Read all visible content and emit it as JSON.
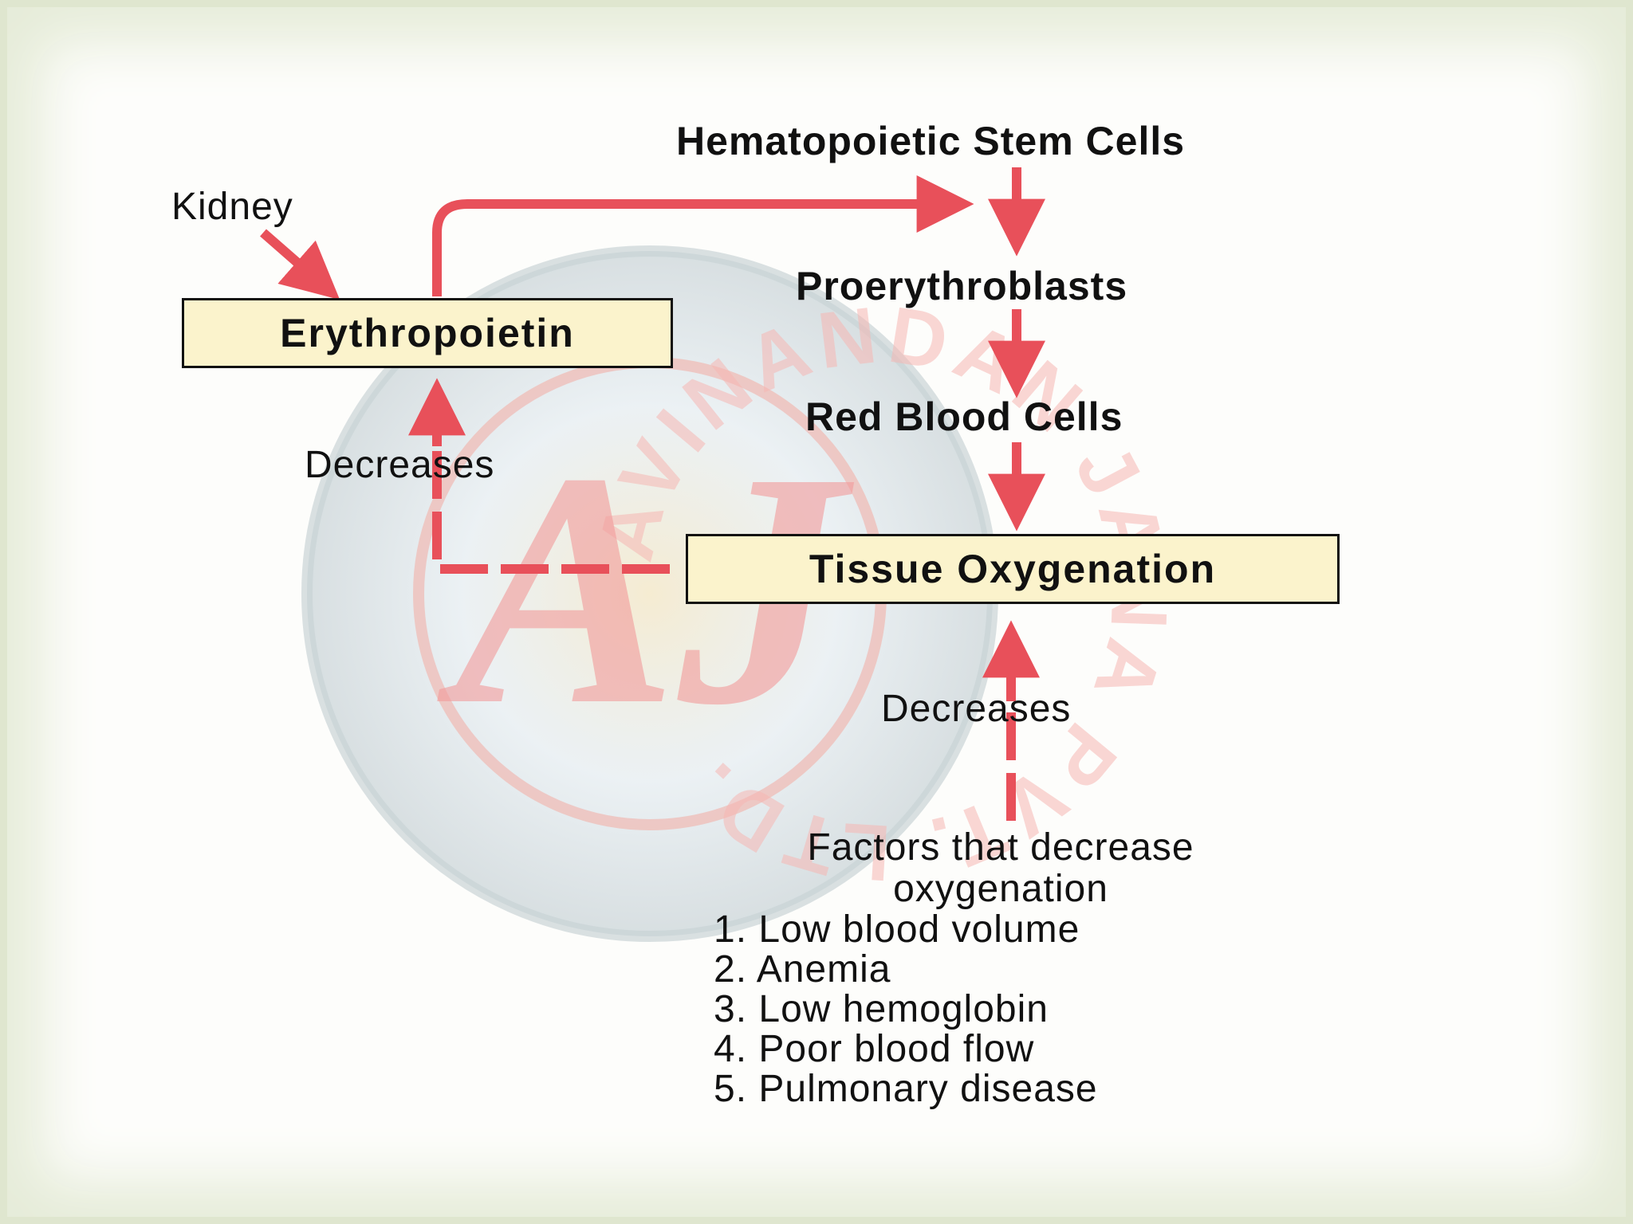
{
  "nodes": {
    "stem_cells": "Hematopoietic Stem Cells",
    "kidney": "Kidney",
    "proerythroblasts": "Proerythroblasts",
    "erythropoietin": "Erythropoietin",
    "red_blood_cells": "Red Blood Cells",
    "decreases_left": "Decreases",
    "tissue_oxygenation": "Tissue Oxygenation",
    "decreases_bottom": "Decreases"
  },
  "factors": {
    "heading_line1": "Factors that decrease",
    "heading_line2": "oxygenation",
    "items": [
      "1. Low blood volume",
      "2. Anemia",
      "3. Low hemoglobin",
      "4. Poor blood flow",
      "5. Pulmonary disease"
    ]
  },
  "watermark": {
    "monogram": "AJ",
    "ring_text": "AVINANDAN JANA PVT. LTD."
  },
  "colors": {
    "arrow": "#e8505a",
    "box_fill": "#fbf3cc",
    "frame": "#dfe6cf",
    "watermark_monogram": "#f19a9a"
  }
}
